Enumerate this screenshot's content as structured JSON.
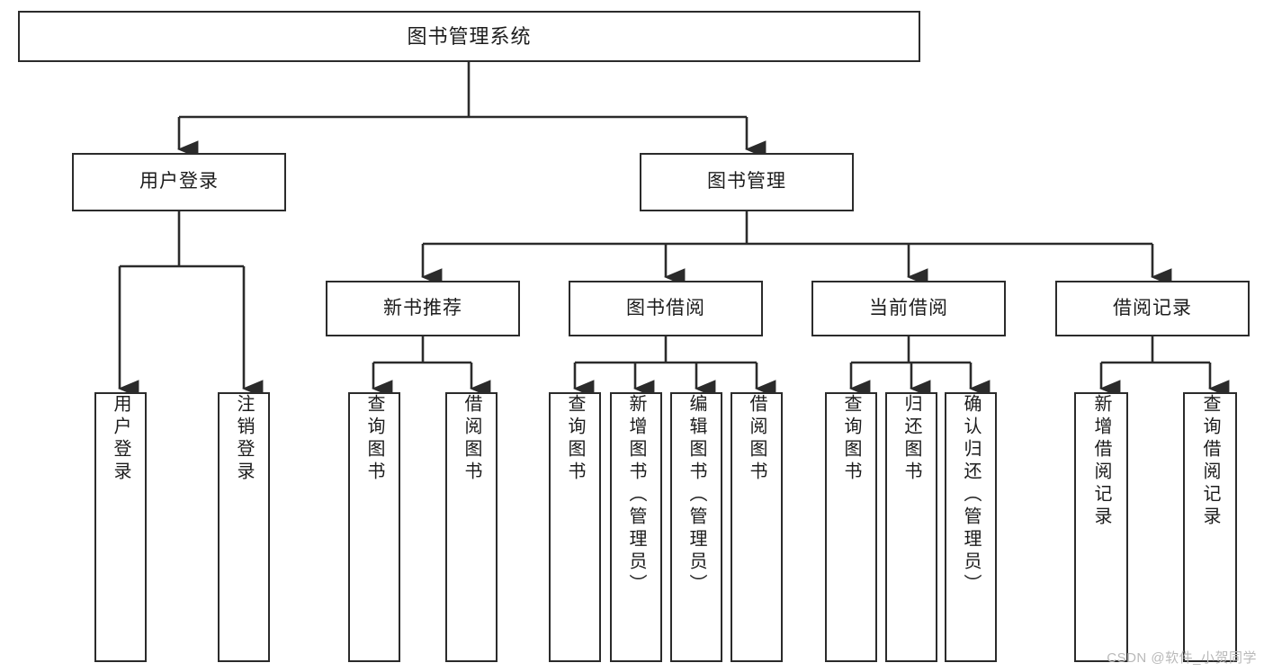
{
  "diagram": {
    "title": "图书管理系统",
    "type": "tree",
    "background": "#ffffff",
    "line_color": "#2b2b2b",
    "box_border_color": "#2b2b2b",
    "box_fill": "#ffffff",
    "text_color": "#1c1c1c"
  },
  "nodes": {
    "root": {
      "label": "图书管理系统"
    },
    "level2": [
      {
        "label": "用户登录"
      },
      {
        "label": "图书管理"
      }
    ],
    "level3": [
      {
        "label": "新书推荐"
      },
      {
        "label": "图书借阅"
      },
      {
        "label": "当前借阅"
      },
      {
        "label": "借阅记录"
      }
    ],
    "leaves": {
      "user_login": [
        {
          "label": "用户登录"
        },
        {
          "label": "注销登录"
        }
      ],
      "new_book_recommend": [
        {
          "label": "查询图书"
        },
        {
          "label": "借阅图书"
        }
      ],
      "book_borrow": [
        {
          "label": "查询图书"
        },
        {
          "label": "新增图书（管理员）"
        },
        {
          "label": "编辑图书（管理员）"
        },
        {
          "label": "借阅图书"
        }
      ],
      "current_borrow": [
        {
          "label": "查询图书"
        },
        {
          "label": "归还图书"
        },
        {
          "label": "确认归还（管理员）"
        }
      ],
      "borrow_record": [
        {
          "label": "新增借阅记录"
        },
        {
          "label": "查询借阅记录"
        }
      ]
    }
  },
  "watermark": {
    "text": "CSDN @软件_小贺同学"
  }
}
